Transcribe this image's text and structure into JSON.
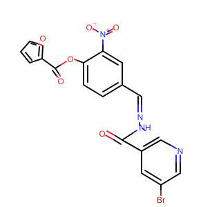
{
  "atoms": {
    "furan_o": "O",
    "ester_o": "O",
    "carbonyl_o1": "O",
    "nitro_n": "N",
    "nitro_plus": "+",
    "nitro_o_minus": "O",
    "nitro_minus": "−",
    "nitro_o": "O",
    "hydrazone_n": "N",
    "nh": "NH",
    "carbonyl_o2": "O",
    "pyridine_n": "N",
    "bromine": "Br"
  },
  "colors": {
    "carbon_bond": "#000000",
    "oxygen": "#ee2222",
    "nitrogen": "#2222ee",
    "bromine": "#8b2a10"
  }
}
